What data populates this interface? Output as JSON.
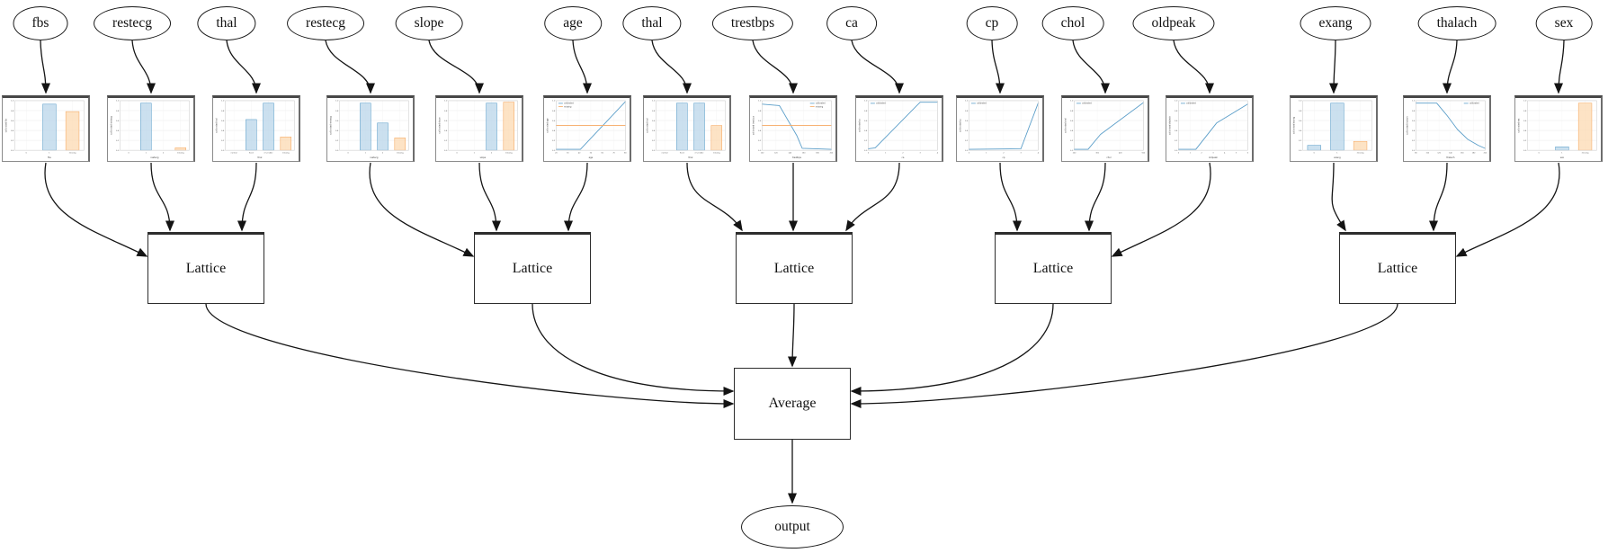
{
  "nodes": {
    "inputs": [
      {
        "label": "fbs"
      },
      {
        "label": "restecg"
      },
      {
        "label": "thal"
      },
      {
        "label": "restecg"
      },
      {
        "label": "slope"
      },
      {
        "label": "age"
      },
      {
        "label": "thal"
      },
      {
        "label": "trestbps"
      },
      {
        "label": "ca"
      },
      {
        "label": "cp"
      },
      {
        "label": "chol"
      },
      {
        "label": "oldpeak"
      },
      {
        "label": "exang"
      },
      {
        "label": "thalach"
      },
      {
        "label": "sex"
      }
    ],
    "lattices": [
      {
        "label": "Lattice",
        "inputs": [
          0,
          1,
          2
        ]
      },
      {
        "label": "Lattice",
        "inputs": [
          3,
          4,
          5
        ]
      },
      {
        "label": "Lattice",
        "inputs": [
          6,
          7,
          8
        ]
      },
      {
        "label": "Lattice",
        "inputs": [
          9,
          10,
          11
        ]
      },
      {
        "label": "Lattice",
        "inputs": [
          12,
          13,
          14
        ]
      }
    ],
    "average": {
      "label": "Average"
    },
    "output": {
      "label": "output"
    }
  },
  "colors": {
    "calibrated_stroke": "#5b9ec9",
    "calibrated_fill": "#b9d5ea",
    "missing_stroke": "#f6a860",
    "missing_fill": "#fcd9b2",
    "edge": "#141414",
    "grid": "#e7e7e7",
    "spine": "#c9c9c9",
    "tick_text": "#555555"
  },
  "chart_defaults": {
    "y_ticks": [
      "0.0",
      "0.2",
      "0.4",
      "0.6",
      "0.8",
      "1.0"
    ],
    "ylim": [
      0,
      1
    ],
    "grid": true
  },
  "chart_data": [
    {
      "feature": "fbs",
      "type": "bar",
      "ylabel": "calibrated fbs",
      "xlabel": "fbs",
      "categories": [
        "0",
        "1",
        "missing"
      ],
      "values": [
        0,
        0.93,
        0.78
      ],
      "bar_roles": [
        "calibrated",
        "calibrated",
        "missing"
      ],
      "legend": null
    },
    {
      "feature": "restecg",
      "type": "bar",
      "ylabel": "calibrated restecg",
      "xlabel": "restecg",
      "categories": [
        "0",
        "1",
        "2",
        "missing"
      ],
      "values": [
        0,
        0.95,
        0,
        0.05
      ],
      "bar_roles": [
        "calibrated",
        "calibrated",
        "calibrated",
        "missing"
      ],
      "legend": null
    },
    {
      "feature": "thal",
      "type": "bar",
      "ylabel": "calibrated thal",
      "xlabel": "thal",
      "categories": [
        "normal",
        "fixed",
        "reversible",
        "missing"
      ],
      "values": [
        0,
        0.62,
        0.95,
        0.27
      ],
      "bar_roles": [
        "calibrated",
        "calibrated",
        "calibrated",
        "missing"
      ],
      "legend": null
    },
    {
      "feature": "restecg",
      "type": "bar",
      "ylabel": "calibrated restecg",
      "xlabel": "restecg",
      "categories": [
        "0",
        "1",
        "2",
        "missing"
      ],
      "values": [
        0,
        0.95,
        0.55,
        0.25
      ],
      "bar_roles": [
        "calibrated",
        "calibrated",
        "calibrated",
        "missing"
      ],
      "legend": null
    },
    {
      "feature": "slope",
      "type": "bar",
      "ylabel": "calibrated slope",
      "xlabel": "slope",
      "categories": [
        "0",
        "1",
        "2",
        "missing"
      ],
      "values": [
        0,
        0,
        0.95,
        0.97
      ],
      "bar_roles": [
        "calibrated",
        "calibrated",
        "calibrated",
        "missing"
      ],
      "legend": null
    },
    {
      "feature": "age",
      "type": "line",
      "ylabel": "calibrated age",
      "xlabel": "age",
      "x_ticks": [
        "20",
        "30",
        "40",
        "50",
        "60",
        "70",
        "80"
      ],
      "series": [
        {
          "name": "calibrated",
          "role": "calibrated",
          "points": [
            [
              0,
              0.02
            ],
            [
              0.35,
              0.02
            ],
            [
              1,
              0.98
            ]
          ]
        },
        {
          "name": "missing",
          "role": "missing",
          "points": [
            [
              0,
              0.5
            ],
            [
              1,
              0.5
            ]
          ]
        }
      ],
      "legend": {
        "position": "top-left",
        "entries": [
          "calibrated",
          "missing"
        ]
      }
    },
    {
      "feature": "thal",
      "type": "bar",
      "ylabel": "calibrated thal",
      "xlabel": "thal",
      "categories": [
        "normal",
        "fixed",
        "reversible",
        "missing"
      ],
      "values": [
        0,
        0.95,
        0.95,
        0.5
      ],
      "bar_roles": [
        "calibrated",
        "calibrated",
        "calibrated",
        "missing"
      ],
      "legend": null
    },
    {
      "feature": "trestbps",
      "type": "line",
      "ylabel": "calibrated trestbps",
      "xlabel": "trestbps",
      "x_ticks": [
        "100",
        "120",
        "140",
        "160",
        "180",
        "200"
      ],
      "series": [
        {
          "name": "calibrated",
          "role": "calibrated",
          "points": [
            [
              0,
              0.93
            ],
            [
              0.25,
              0.9
            ],
            [
              0.5,
              0.3
            ],
            [
              0.58,
              0.04
            ],
            [
              1,
              0.02
            ]
          ]
        },
        {
          "name": "missing",
          "role": "missing",
          "points": [
            [
              0,
              0.5
            ],
            [
              1,
              0.5
            ]
          ]
        }
      ],
      "legend": {
        "position": "top-right",
        "entries": [
          "calibrated",
          "missing"
        ]
      }
    },
    {
      "feature": "ca",
      "type": "line",
      "ylabel": "calibrated ca",
      "xlabel": "ca",
      "x_ticks": [
        "0",
        "1",
        "2",
        "3",
        "4"
      ],
      "series": [
        {
          "name": "calibrated",
          "role": "calibrated",
          "points": [
            [
              0,
              0.03
            ],
            [
              0.1,
              0.05
            ],
            [
              0.75,
              0.97
            ],
            [
              1,
              0.97
            ]
          ]
        }
      ],
      "legend": {
        "position": "top-left",
        "entries": [
          "calibrated"
        ]
      }
    },
    {
      "feature": "cp",
      "type": "line",
      "ylabel": "calibrated cp",
      "xlabel": "cp",
      "x_ticks": [
        "0",
        "1",
        "2",
        "3",
        "4"
      ],
      "series": [
        {
          "name": "calibrated",
          "role": "calibrated",
          "points": [
            [
              0,
              0.02
            ],
            [
              0.75,
              0.03
            ],
            [
              1,
              0.95
            ]
          ]
        }
      ],
      "legend": {
        "position": "top-left",
        "entries": [
          "calibrated"
        ]
      }
    },
    {
      "feature": "chol",
      "type": "line",
      "ylabel": "calibrated chol",
      "xlabel": "chol",
      "x_ticks": [
        "200",
        "300",
        "400",
        "500"
      ],
      "series": [
        {
          "name": "calibrated",
          "role": "calibrated",
          "points": [
            [
              0,
              0.02
            ],
            [
              0.2,
              0.02
            ],
            [
              0.38,
              0.32
            ],
            [
              1,
              0.96
            ]
          ]
        }
      ],
      "legend": {
        "position": "top-left",
        "entries": [
          "calibrated"
        ]
      }
    },
    {
      "feature": "oldpeak",
      "type": "line",
      "ylabel": "calibrated oldpeak",
      "xlabel": "oldpeak",
      "x_ticks": [
        "0",
        "1",
        "2",
        "3",
        "4",
        "5",
        "6"
      ],
      "series": [
        {
          "name": "calibrated",
          "role": "calibrated",
          "points": [
            [
              0,
              0.02
            ],
            [
              0.25,
              0.02
            ],
            [
              0.55,
              0.55
            ],
            [
              1,
              0.93
            ]
          ]
        }
      ],
      "legend": {
        "position": "top-left",
        "entries": [
          "calibrated"
        ]
      }
    },
    {
      "feature": "exang",
      "type": "bar",
      "ylabel": "calibrated exang",
      "xlabel": "exang",
      "categories": [
        "0",
        "1",
        "missing"
      ],
      "values": [
        0.1,
        0.95,
        0.18
      ],
      "bar_roles": [
        "calibrated",
        "calibrated",
        "missing"
      ],
      "legend": null
    },
    {
      "feature": "thalach",
      "type": "line",
      "ylabel": "calibrated thalach",
      "xlabel": "thalach",
      "x_ticks": [
        "80",
        "100",
        "120",
        "140",
        "160",
        "180",
        "200"
      ],
      "series": [
        {
          "name": "calibrated",
          "role": "calibrated",
          "points": [
            [
              0,
              0.95
            ],
            [
              0.3,
              0.95
            ],
            [
              0.45,
              0.7
            ],
            [
              0.6,
              0.42
            ],
            [
              0.75,
              0.22
            ],
            [
              0.9,
              0.1
            ],
            [
              1,
              0.04
            ]
          ]
        }
      ],
      "legend": {
        "position": "top-right",
        "entries": [
          "calibrated"
        ]
      }
    },
    {
      "feature": "sex",
      "type": "bar",
      "ylabel": "calibrated sex",
      "xlabel": "sex",
      "categories": [
        "0",
        "1",
        "missing"
      ],
      "values": [
        0,
        0.07,
        0.95
      ],
      "bar_roles": [
        "calibrated",
        "calibrated",
        "missing"
      ],
      "legend": null
    }
  ]
}
